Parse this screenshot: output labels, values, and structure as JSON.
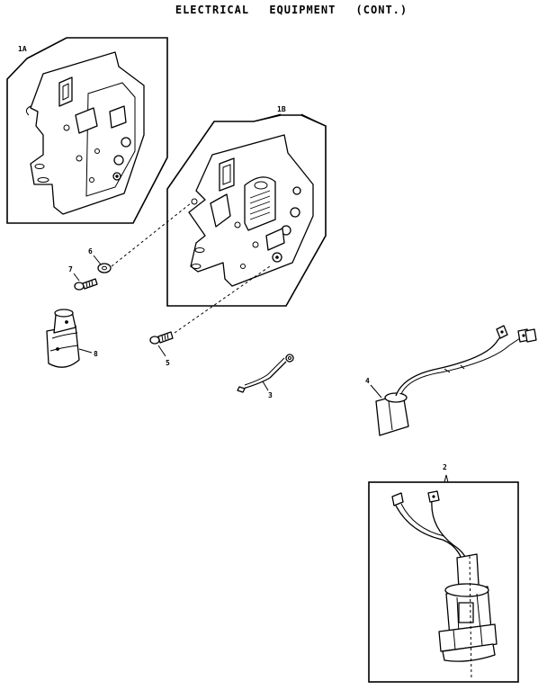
{
  "title": "ELECTRICAL EQUIPMENT (CONT.)",
  "labels": {
    "part_1a": "1A",
    "part_1b": "1B",
    "part_2": "2",
    "part_3": "3",
    "part_4": "4",
    "part_5": "5",
    "part_6": "6",
    "part_7": "7",
    "part_8": "8"
  }
}
